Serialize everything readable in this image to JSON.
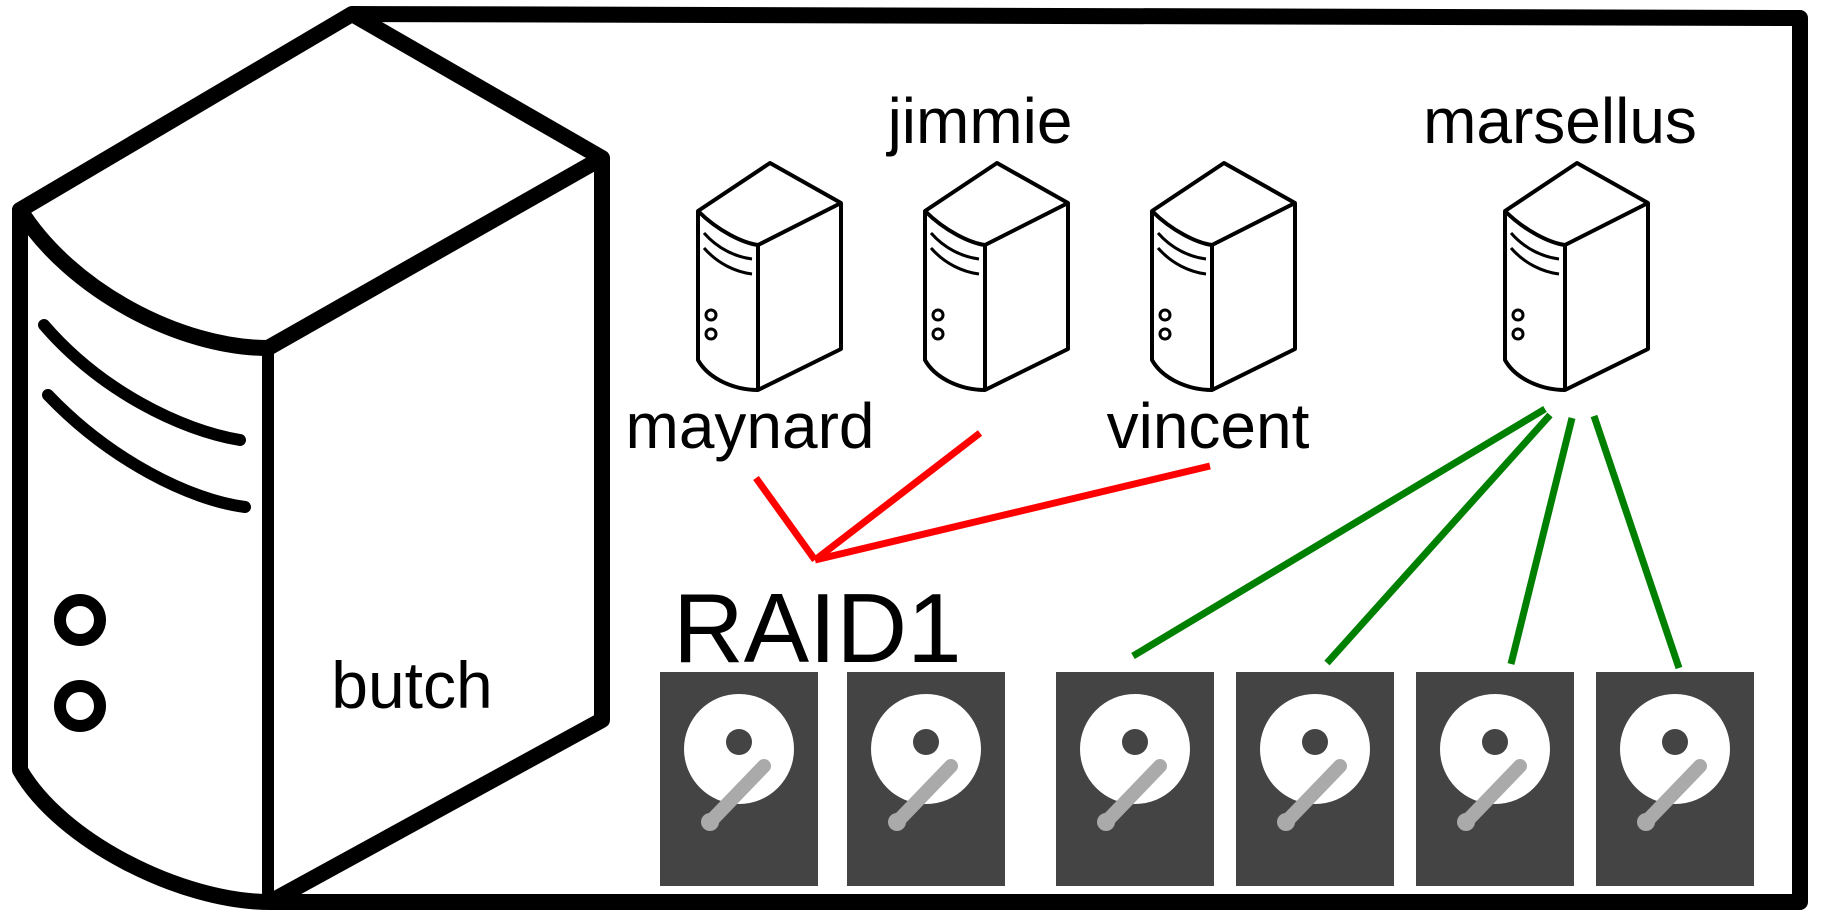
{
  "colors": {
    "outline": "#000000",
    "disk_body": "#444444",
    "disk_platter": "#ffffff",
    "disk_arm": "#aaaaaa",
    "raid_link": "#ff0000",
    "marsellus_link": "#008000"
  },
  "host": {
    "label": "butch",
    "icon": "server-tower-icon"
  },
  "vms": [
    {
      "id": "maynard",
      "label": "maynard",
      "icon": "server-icon"
    },
    {
      "id": "jimmie",
      "label": "jimmie",
      "icon": "server-icon"
    },
    {
      "id": "vincent",
      "label": "vincent",
      "icon": "server-icon"
    },
    {
      "id": "marsellus",
      "label": "marsellus",
      "icon": "server-icon"
    }
  ],
  "raid": {
    "label": "RAID1",
    "disk_count": 2
  },
  "passthrough": {
    "owner": "marsellus",
    "disk_count": 4
  },
  "disk_icon": "hard-disk-icon"
}
